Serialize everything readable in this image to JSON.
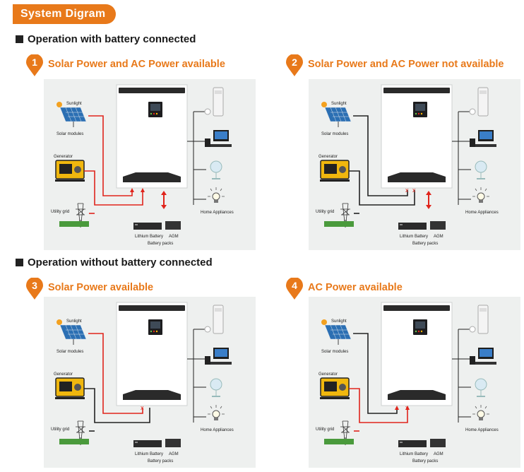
{
  "header": {
    "title": "System Digram"
  },
  "sections": [
    {
      "heading": "Operation with battery connected"
    },
    {
      "heading": "Operation without battery connected"
    }
  ],
  "scenarios": [
    {
      "number": "1",
      "title": "Solar Power and AC Power available"
    },
    {
      "number": "2",
      "title": "Solar Power and AC Power not available"
    },
    {
      "number": "3",
      "title": "Solar Power available"
    },
    {
      "number": "4",
      "title": "AC Power available"
    }
  ],
  "labels": {
    "sunlight": "Sunlight",
    "solar_modules": "Solar modules",
    "generator": "Generator",
    "utility_grid": "Utility grid",
    "home_appliances": "Home Appliances",
    "lithium_battery": "Lithium Battery",
    "agm": "AGM",
    "battery_packs": "Battery packs"
  },
  "colors": {
    "accent": "#e8791a",
    "active_line": "#e0241b",
    "inactive_line": "#222222",
    "panel_bg": "#eef0ef"
  }
}
